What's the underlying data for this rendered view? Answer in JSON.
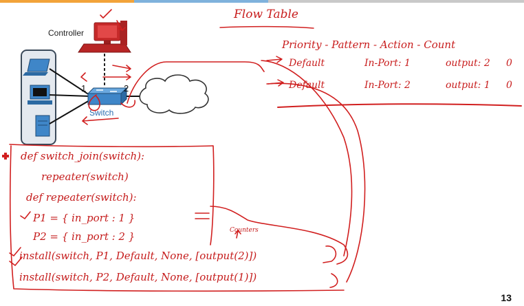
{
  "colors": {
    "ink": "#d11f1f",
    "bar_orange": "#f2a33a",
    "bar_blue": "#7fb2dc",
    "bar_gray": "#c9c9c9",
    "switch_blue": "#3f86c8",
    "controller_red": "#c62a2a"
  },
  "network": {
    "controller_label": "Controller",
    "switch_label": "Switch",
    "port_1": "1",
    "port_2": "2",
    "hosts": [
      "laptop-icon",
      "desktop-icon",
      "server-icon"
    ]
  },
  "flow_table": {
    "title": "Flow Table",
    "header": "Priority - Pattern - Action - Count",
    "rows": [
      {
        "priority": "Default",
        "pattern": "In-Port: 1",
        "action": "output: 2",
        "count": "0"
      },
      {
        "priority": "Default",
        "pattern": "In-Port: 2",
        "action": "output: 1",
        "count": "0"
      }
    ]
  },
  "code": {
    "lines": [
      "def switch_join(switch):",
      "    repeater(switch)",
      "def repeater(switch):",
      "    P1 = { in_port : 1 }",
      "    P2 = { in_port : 2 }",
      "install(switch, P1, Default, None, [output(2)])",
      "install(switch, P2, Default, None, [output(1)])"
    ],
    "annotation": "Counters"
  },
  "page_number": "13"
}
